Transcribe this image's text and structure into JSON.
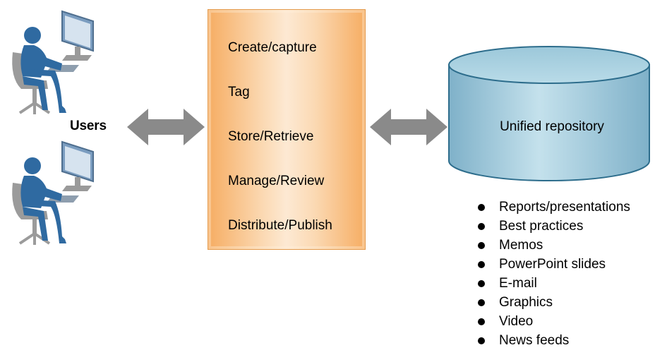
{
  "users": {
    "label": "Users",
    "icons": [
      "user-at-computer-icon",
      "user-at-computer-icon"
    ]
  },
  "process": {
    "steps": [
      "Create/capture",
      "Tag",
      "Store/Retrieve",
      "Manage/Review",
      "Distribute/Publish"
    ]
  },
  "repository": {
    "label": "Unified repository",
    "icon": "cylinder-database-icon"
  },
  "content_types": [
    "Reports/presentations",
    "Best practices",
    "Memos",
    "PowerPoint slides",
    "E-mail",
    "Graphics",
    "Video",
    "News feeds"
  ],
  "colors": {
    "figure": "#2f6aa1",
    "chair": "#9b9b9b",
    "monitor": "#7b9dc0",
    "arrow": "#8a8a8a",
    "box_edge": "#f6ad63",
    "box_center": "#fde9d3",
    "cylinder": "#a9cfe0",
    "cylinder_stroke": "#2d6d8c"
  }
}
